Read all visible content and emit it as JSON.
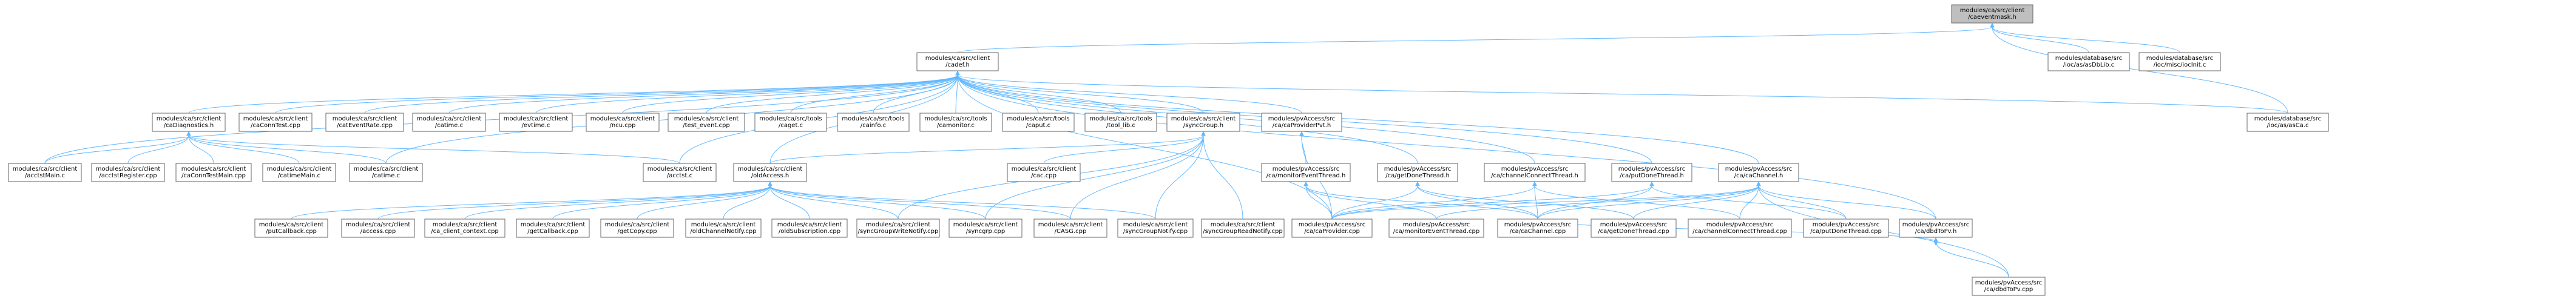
{
  "colors": {
    "edge": "#63b8ff",
    "node_border": "#666666",
    "focus_fill": "#bfbfbf",
    "node_fill": "#ffffff",
    "text": "#000000"
  },
  "nodes": {
    "caeventmask": [
      "modules/ca/src/client",
      "/caeventmask.h"
    ],
    "cadef": [
      "modules/ca/src/client",
      "/cadef.h"
    ],
    "asDbLib": [
      "modules/database/src",
      "/ioc/as/asDbLib.c"
    ],
    "iocInit": [
      "modules/database/src",
      "/ioc/misc/iocInit.c"
    ],
    "asCa": [
      "modules/database/src",
      "/ioc/as/asCa.c"
    ],
    "acctstMain": [
      "modules/ca/src/client",
      "/acctstMain.c"
    ],
    "caDiagnostics": [
      "modules/ca/src/client",
      "/caDiagnostics.h"
    ],
    "caConnTest": [
      "modules/ca/src/client",
      "/caConnTest.cpp"
    ],
    "catEventRate": [
      "modules/ca/src/client",
      "/catEventRate.cpp"
    ],
    "catime": [
      "modules/ca/src/client",
      "/catime.c"
    ],
    "evtime": [
      "modules/ca/src/client",
      "/evtime.c"
    ],
    "ncu": [
      "modules/ca/src/client",
      "/ncu.cpp"
    ],
    "test_event": [
      "modules/ca/src/client",
      "/test_event.cpp"
    ],
    "caget": [
      "modules/ca/src/tools",
      "/caget.c"
    ],
    "cainfo": [
      "modules/ca/src/tools",
      "/cainfo.c"
    ],
    "camonitor": [
      "modules/ca/src/tools",
      "/camonitor.c"
    ],
    "caput": [
      "modules/ca/src/tools",
      "/caput.c"
    ],
    "tool_lib": [
      "modules/ca/src/tools",
      "/tool_lib.c"
    ],
    "syncGroup": [
      "modules/ca/src/client",
      "/syncGroup.h"
    ],
    "caProviderPvt": [
      "modules/pvAccess/src",
      "/ca/caProviderPvt.h"
    ],
    "acctstRegister": [
      "modules/ca/src/client",
      "/acctstRegister.cpp"
    ],
    "caConnTestMain": [
      "modules/ca/src/client",
      "/caConnTestMain.cpp"
    ],
    "catimeMain": [
      "modules/ca/src/client",
      "/catimeMain.c"
    ],
    "catime2": [
      "modules/ca/src/client",
      "/catime.c"
    ],
    "acctst": [
      "modules/ca/src/client",
      "/acctst.c"
    ],
    "oldAccess": [
      "modules/ca/src/client",
      "/oldAccess.h"
    ],
    "cac": [
      "modules/ca/src/client",
      "/cac.cpp"
    ],
    "monitorEventThread": [
      "modules/pvAccess/src",
      "/ca/monitorEventThread.h"
    ],
    "getDoneThread": [
      "modules/pvAccess/src",
      "/ca/getDoneThread.h"
    ],
    "channelConnectThread": [
      "modules/pvAccess/src",
      "/ca/channelConnectThread.h"
    ],
    "putDoneThread": [
      "modules/pvAccess/src",
      "/ca/putDoneThread.h"
    ],
    "caChannelH": [
      "modules/pvAccess/src",
      "/ca/caChannel.h"
    ],
    "putCallback": [
      "modules/ca/src/client",
      "/putCallback.cpp"
    ],
    "access": [
      "modules/ca/src/client",
      "/access.cpp"
    ],
    "ca_client_context": [
      "modules/ca/src/client",
      "/ca_client_context.cpp"
    ],
    "getCallback": [
      "modules/ca/src/client",
      "/getCallback.cpp"
    ],
    "getCopy": [
      "modules/ca/src/client",
      "/getCopy.cpp"
    ],
    "oldChannelNotify": [
      "modules/ca/src/client",
      "/oldChannelNotify.cpp"
    ],
    "oldSubscription": [
      "modules/ca/src/client",
      "/oldSubscription.cpp"
    ],
    "syncGroupWriteNotify": [
      "modules/ca/src/client",
      "/syncGroupWriteNotify.cpp"
    ],
    "syncgrp": [
      "modules/ca/src/client",
      "/syncgrp.cpp"
    ],
    "CASG": [
      "modules/ca/src/client",
      "/CASG.cpp"
    ],
    "syncGroupNotify": [
      "modules/ca/src/client",
      "/syncGroupNotify.cpp"
    ],
    "syncGroupReadNotify": [
      "modules/ca/src/client",
      "/syncGroupReadNotify.cpp"
    ],
    "caProvider": [
      "modules/pvAccess/src",
      "/ca/caProvider.cpp"
    ],
    "monitorEventThreadCpp": [
      "modules/pvAccess/src",
      "/ca/monitorEventThread.cpp"
    ],
    "caChannelCpp": [
      "modules/pvAccess/src",
      "/ca/caChannel.cpp"
    ],
    "getDoneThreadCpp": [
      "modules/pvAccess/src",
      "/ca/getDoneThread.cpp"
    ],
    "channelConnectThreadCpp": [
      "modules/pvAccess/src",
      "/ca/channelConnectThread.cpp"
    ],
    "putDoneThreadCpp": [
      "modules/pvAccess/src",
      "/ca/putDoneThread.cpp"
    ],
    "dbdToPvH": [
      "modules/pvAccess/src",
      "/ca/dbdToPv.h"
    ],
    "dbdToPvCpp": [
      "modules/pvAccess/src",
      "/ca/dbdToPv.cpp"
    ]
  }
}
